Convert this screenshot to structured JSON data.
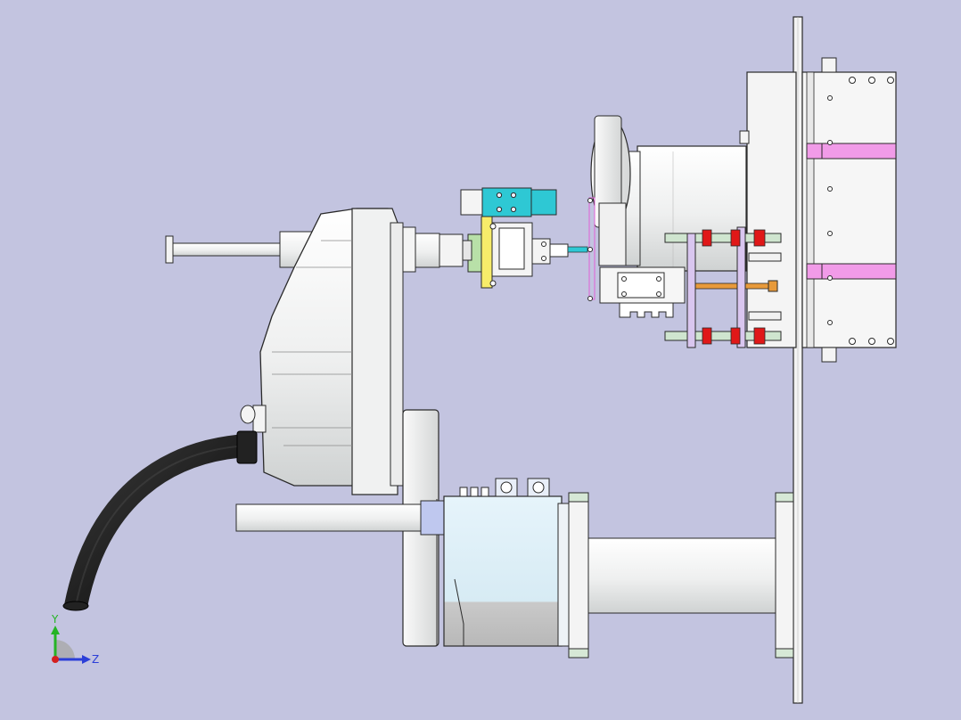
{
  "app": {
    "view_mode": "shaded-with-edges",
    "background_color": "#c3c4e0"
  },
  "triad": {
    "y_label": "Y",
    "z_label": "Z",
    "y_color": "#25b425",
    "z_color": "#2b3ed8",
    "x_color": "#d42020"
  },
  "colors": {
    "part_fill": "#f2f3f3",
    "edge": "#2a2a2a",
    "cyan": "#2ec8d4",
    "yellow": "#e8d624",
    "red": "#e01818",
    "pink": "#f19be8",
    "orange": "#e89a3a",
    "hose": "#111111",
    "motor_blue": "#dff0f8",
    "flange_green": "#d6e8d6",
    "violet": "#d9c6ef"
  }
}
